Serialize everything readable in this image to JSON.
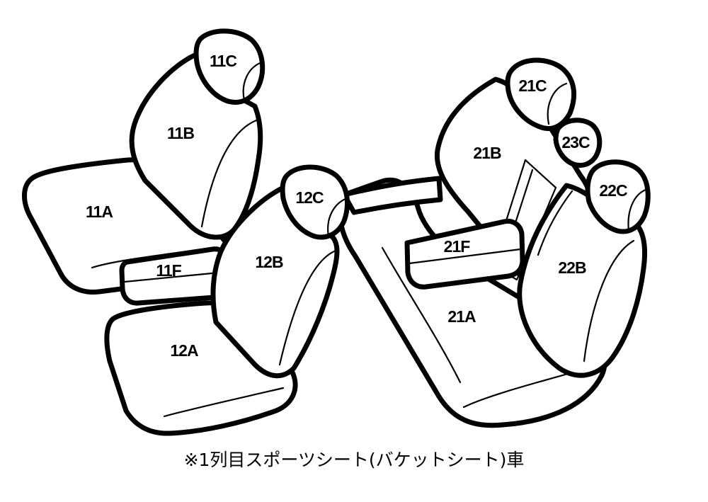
{
  "colors": {
    "outline": "#000000",
    "fill": "#ffffff"
  },
  "labels": {
    "p11A": "11A",
    "p11B": "11B",
    "p11C": "11C",
    "p11F": "11F",
    "p12A": "12A",
    "p12B": "12B",
    "p12C": "12C",
    "p21A": "21A",
    "p21B": "21B",
    "p21C": "21C",
    "p21F": "21F",
    "p22B": "22B",
    "p22C": "22C",
    "p23C": "23C"
  },
  "caption": "※1列目スポーツシート(バケットシート)車"
}
